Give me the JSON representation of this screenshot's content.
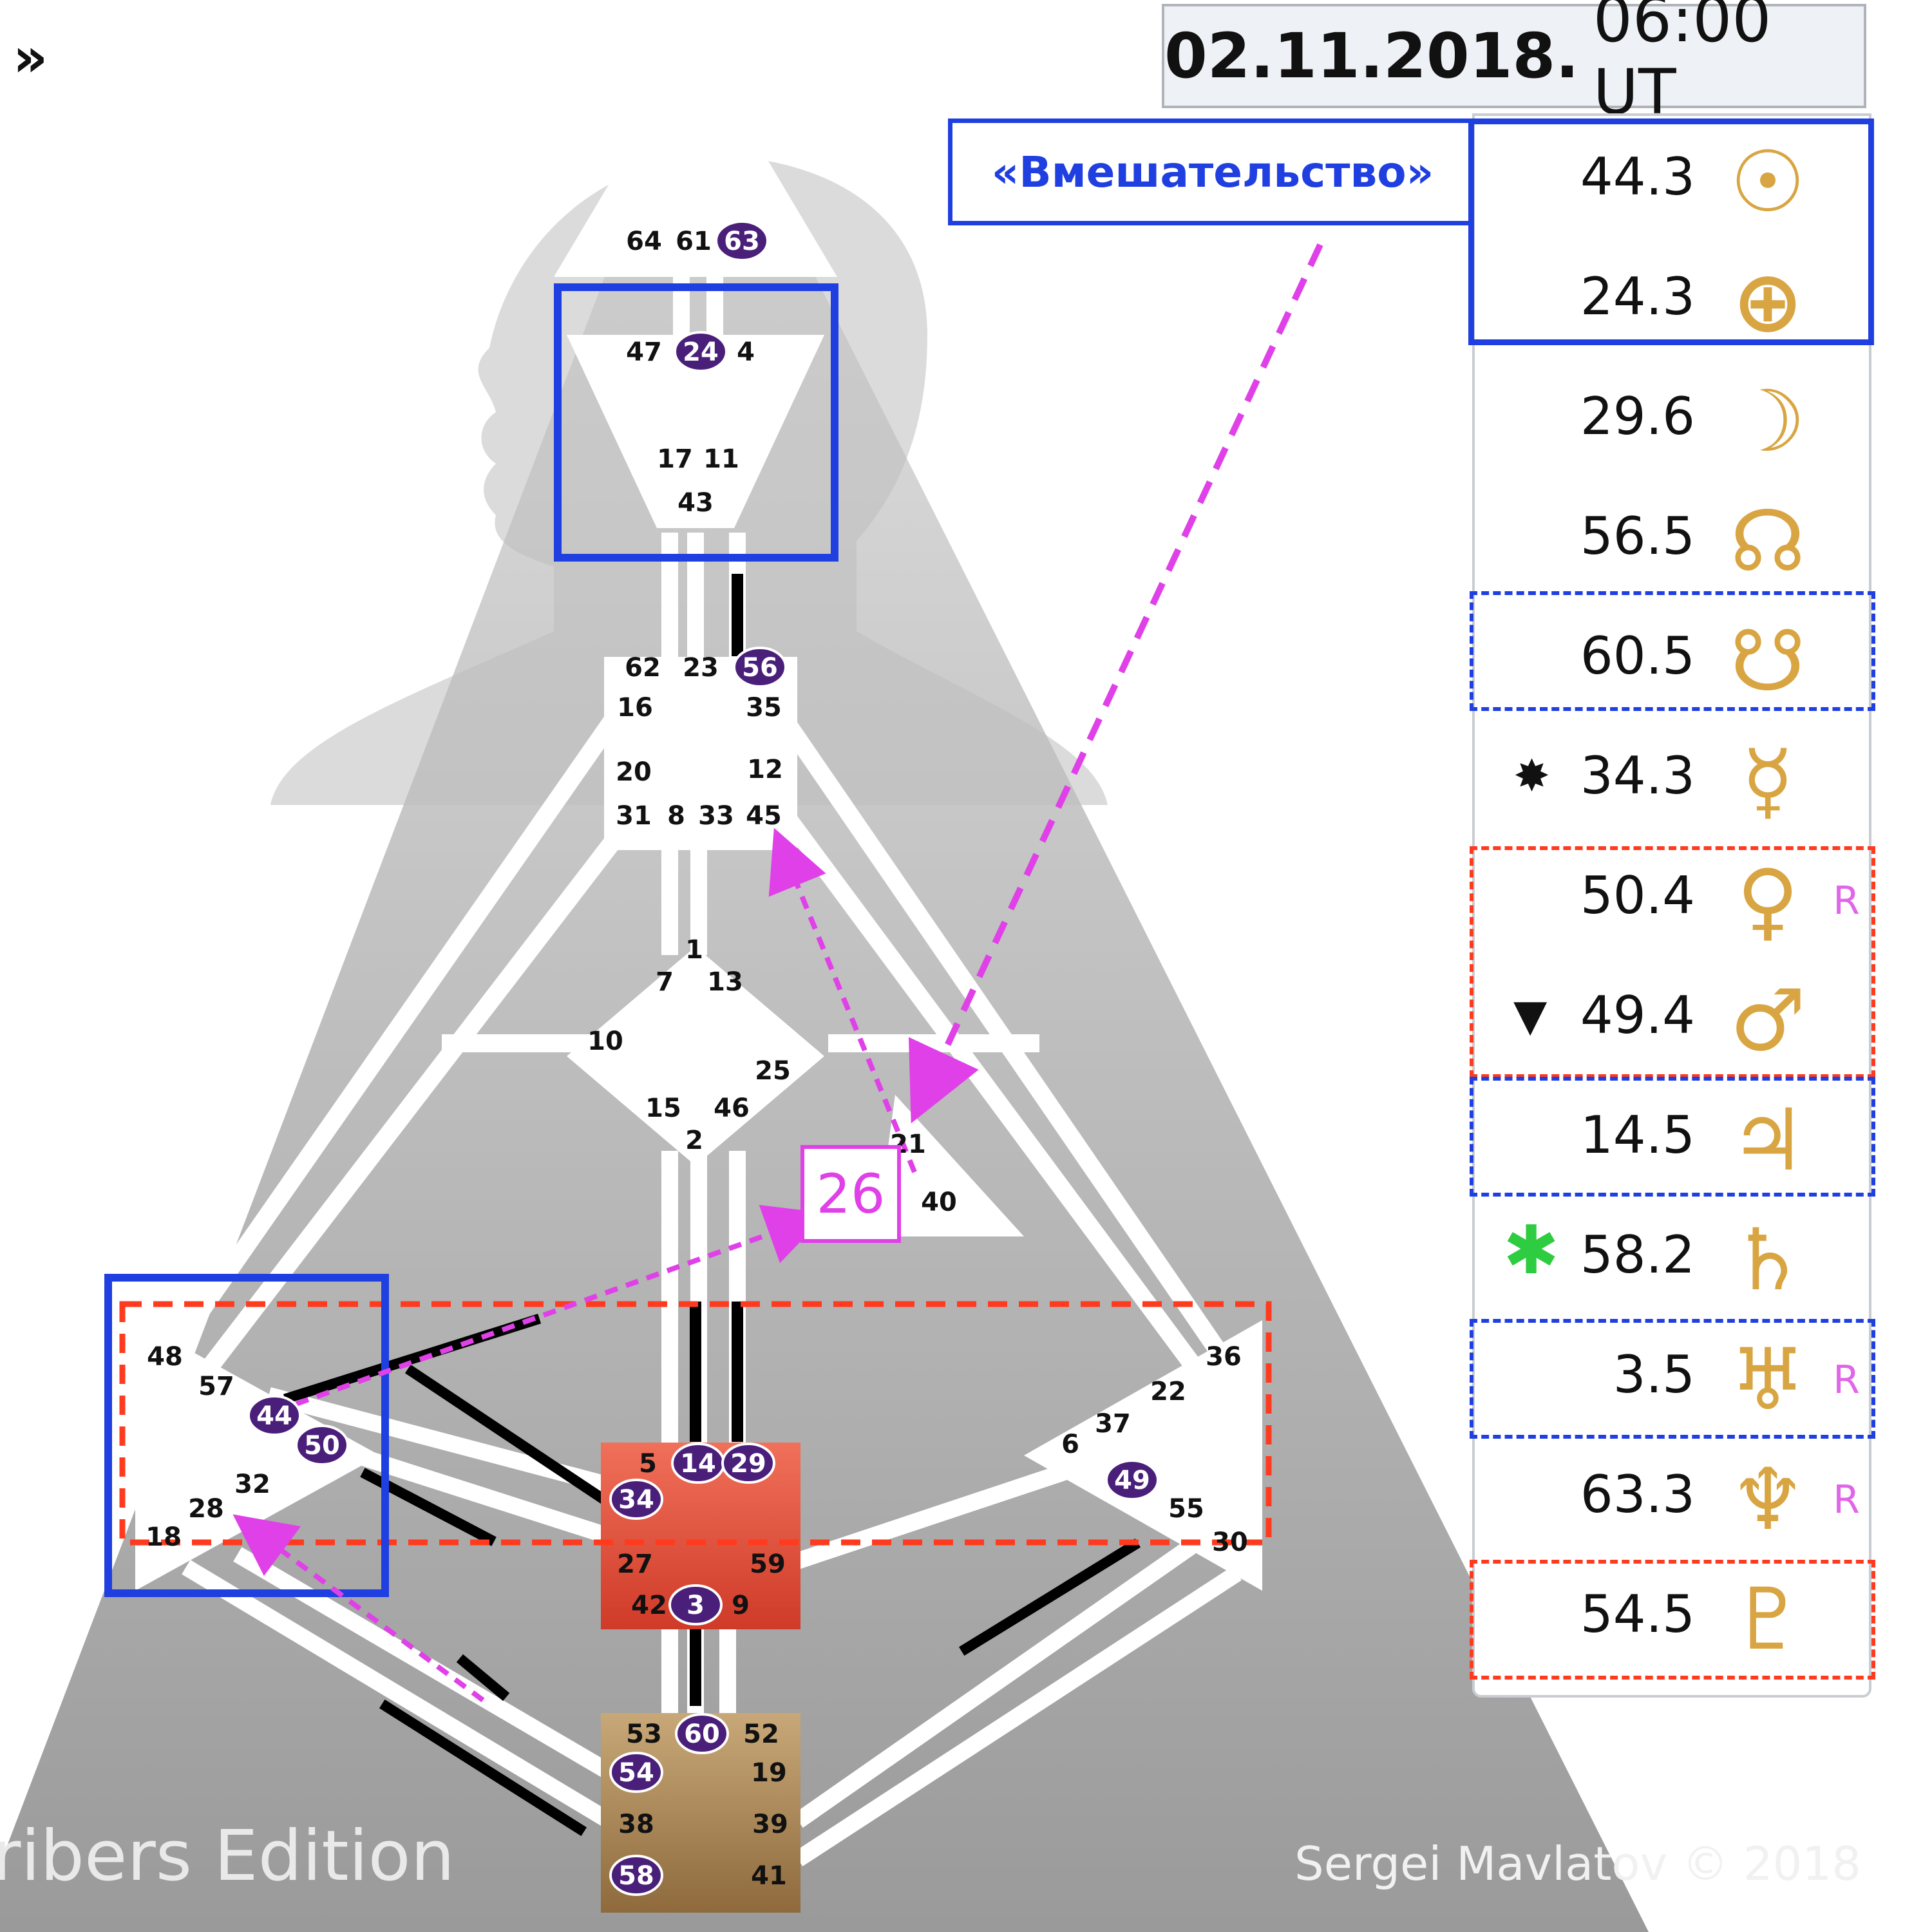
{
  "header": {
    "corner_mark": "»",
    "date": "02.11.2018.",
    "time": "06:00 UT",
    "label": "«Вмешательство»"
  },
  "footer": {
    "edition": "ribers Edition",
    "copyright": "Sergei Mavlatov © 2018"
  },
  "highlight_gate": "26",
  "colors": {
    "accent_blue": "#1f3fe0",
    "accent_red": "#ff3b1f",
    "accent_magenta": "#e040e8",
    "planet_gold": "#d8a542",
    "activation_purple": "#4a1f7a"
  },
  "planets": [
    {
      "value": "44.3",
      "icon": "sun-icon",
      "glyph": "☉",
      "mark": "",
      "retro": ""
    },
    {
      "value": "24.3",
      "icon": "earth-icon",
      "glyph": "⊕",
      "mark": "",
      "retro": ""
    },
    {
      "value": "29.6",
      "icon": "moon-icon",
      "glyph": "☽",
      "mark": "",
      "retro": ""
    },
    {
      "value": "56.5",
      "icon": "north-node-icon",
      "glyph": "☊",
      "mark": "",
      "retro": ""
    },
    {
      "value": "60.5",
      "icon": "south-node-icon",
      "glyph": "☋",
      "mark": "",
      "retro": ""
    },
    {
      "value": "34.3",
      "icon": "mercury-icon",
      "glyph": "☿",
      "mark": "✸",
      "retro": ""
    },
    {
      "value": "50.4",
      "icon": "venus-icon",
      "glyph": "♀",
      "mark": "",
      "retro": "R"
    },
    {
      "value": "49.4",
      "icon": "mars-icon",
      "glyph": "♂",
      "mark": "▼",
      "retro": ""
    },
    {
      "value": "14.5",
      "icon": "jupiter-icon",
      "glyph": "♃",
      "mark": "",
      "retro": ""
    },
    {
      "value": "58.2",
      "icon": "saturn-icon",
      "glyph": "♄",
      "mark": "✱",
      "retro": ""
    },
    {
      "value": "3.5",
      "icon": "uranus-icon",
      "glyph": "♅",
      "mark": "",
      "retro": "R"
    },
    {
      "value": "63.3",
      "icon": "neptune-icon",
      "glyph": "♆",
      "mark": "",
      "retro": "R"
    },
    {
      "value": "54.5",
      "icon": "pluto-icon",
      "glyph": "♇",
      "mark": "",
      "retro": ""
    }
  ],
  "gates": [
    {
      "n": "64",
      "active": false
    },
    {
      "n": "61",
      "active": false
    },
    {
      "n": "63",
      "active": true
    },
    {
      "n": "47",
      "active": false
    },
    {
      "n": "24",
      "active": true
    },
    {
      "n": "4",
      "active": false
    },
    {
      "n": "17",
      "active": false
    },
    {
      "n": "11",
      "active": false
    },
    {
      "n": "43",
      "active": false
    },
    {
      "n": "62",
      "active": false
    },
    {
      "n": "23",
      "active": false
    },
    {
      "n": "56",
      "active": true
    },
    {
      "n": "16",
      "active": false
    },
    {
      "n": "35",
      "active": false
    },
    {
      "n": "20",
      "active": false
    },
    {
      "n": "12",
      "active": false
    },
    {
      "n": "31",
      "active": false
    },
    {
      "n": "8",
      "active": false
    },
    {
      "n": "33",
      "active": false
    },
    {
      "n": "45",
      "active": false
    },
    {
      "n": "1",
      "active": false
    },
    {
      "n": "7",
      "active": false
    },
    {
      "n": "13",
      "active": false
    },
    {
      "n": "10",
      "active": false
    },
    {
      "n": "25",
      "active": false
    },
    {
      "n": "15",
      "active": false
    },
    {
      "n": "46",
      "active": false
    },
    {
      "n": "2",
      "active": false
    },
    {
      "n": "21",
      "active": false
    },
    {
      "n": "40",
      "active": false
    },
    {
      "n": "48",
      "active": false
    },
    {
      "n": "57",
      "active": false
    },
    {
      "n": "44",
      "active": true
    },
    {
      "n": "50",
      "active": true
    },
    {
      "n": "32",
      "active": false
    },
    {
      "n": "28",
      "active": false
    },
    {
      "n": "18",
      "active": false
    },
    {
      "n": "36",
      "active": false
    },
    {
      "n": "22",
      "active": false
    },
    {
      "n": "37",
      "active": false
    },
    {
      "n": "6",
      "active": false
    },
    {
      "n": "49",
      "active": true
    },
    {
      "n": "55",
      "active": false
    },
    {
      "n": "30",
      "active": false
    },
    {
      "n": "5",
      "active": false
    },
    {
      "n": "14",
      "active": true
    },
    {
      "n": "29",
      "active": true
    },
    {
      "n": "34",
      "active": true
    },
    {
      "n": "27",
      "active": false
    },
    {
      "n": "59",
      "active": false
    },
    {
      "n": "42",
      "active": false
    },
    {
      "n": "3",
      "active": true
    },
    {
      "n": "9",
      "active": false
    },
    {
      "n": "53",
      "active": false
    },
    {
      "n": "60",
      "active": true
    },
    {
      "n": "52",
      "active": false
    },
    {
      "n": "54",
      "active": true
    },
    {
      "n": "19",
      "active": false
    },
    {
      "n": "38",
      "active": false
    },
    {
      "n": "39",
      "active": false
    },
    {
      "n": "58",
      "active": true
    },
    {
      "n": "41",
      "active": false
    }
  ]
}
